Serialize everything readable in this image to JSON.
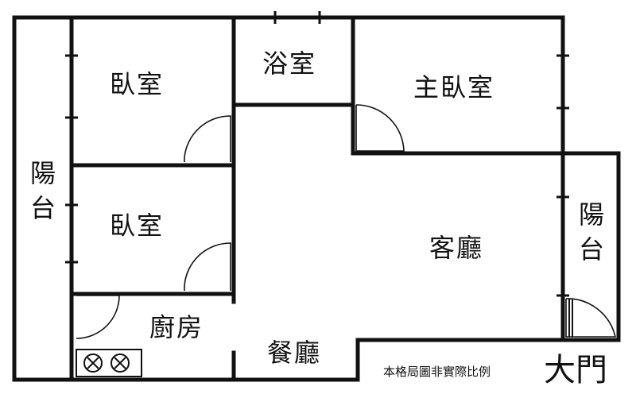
{
  "rooms": {
    "bedroom_top": "臥室",
    "bedroom_middle": "臥室",
    "bathroom": "浴室",
    "master_bedroom": "主臥室",
    "balcony_left": "陽台",
    "balcony_right": "陽台",
    "living_room": "客廳",
    "kitchen": "廚房",
    "dining_room": "餐廳"
  },
  "note": "本格局圖非實際比例",
  "entrance": "大門"
}
